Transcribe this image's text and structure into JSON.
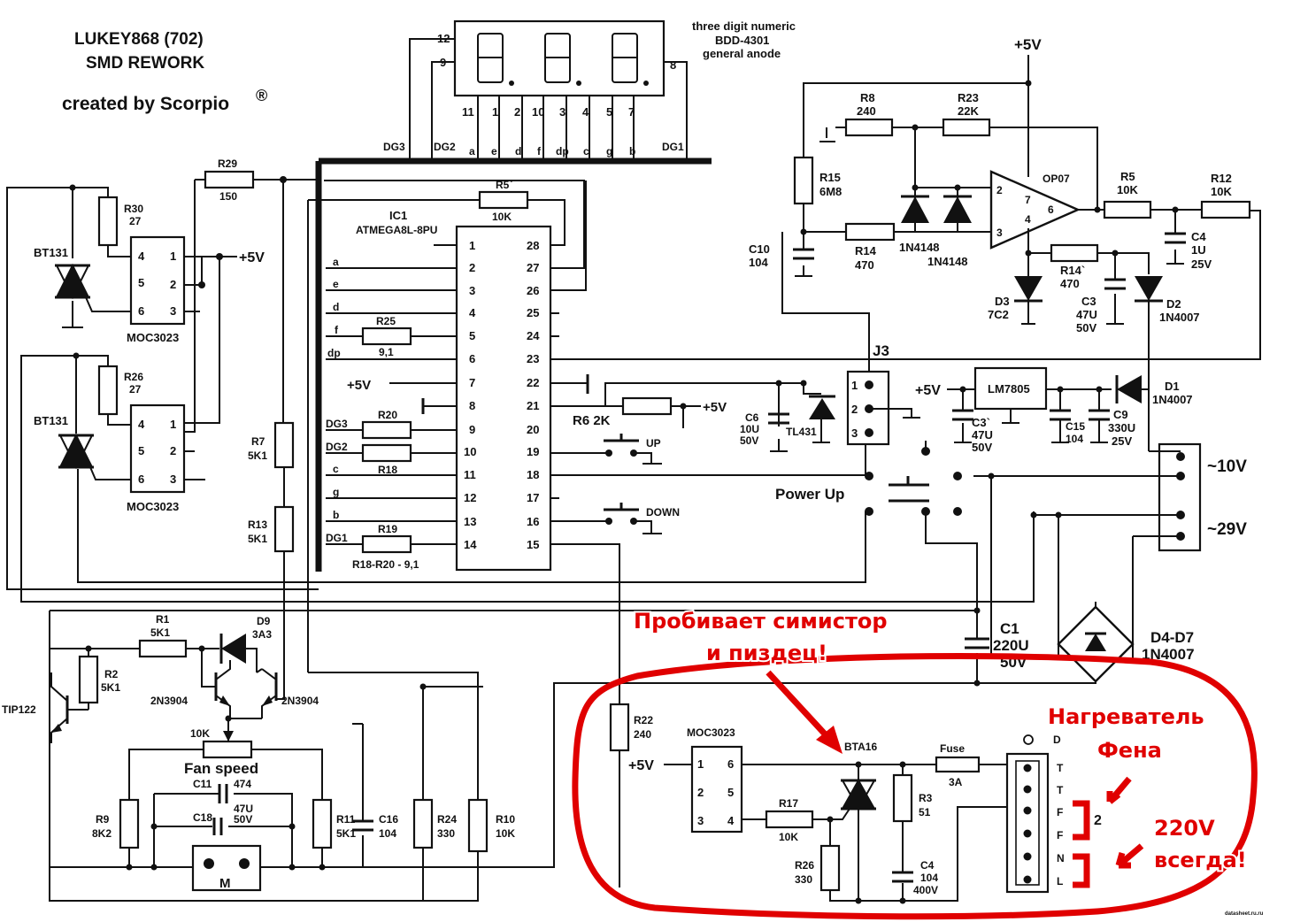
{
  "title": {
    "line1": "LUKEY868 (702)",
    "line2": "SMD REWORK",
    "credit": "created by Scorpio",
    "reg": "®"
  },
  "display": {
    "desc1": "three digit numeric",
    "desc2": "BDD-4301",
    "desc3": "general anode",
    "pins_top": [
      "12",
      "9",
      "8"
    ],
    "pins": [
      "11",
      "1",
      "2",
      "10",
      "3",
      "4",
      "5",
      "7"
    ],
    "signals": [
      "a",
      "e",
      "d",
      "f",
      "dp",
      "c",
      "g",
      "b"
    ],
    "dg3": "DG3",
    "dg2": "DG2",
    "dg1": "DG1"
  },
  "mcu": {
    "ref": "IC1",
    "part": "ATMEGA8L-8PU",
    "left_pins": [
      "1",
      "2",
      "3",
      "4",
      "5",
      "6",
      "7",
      "8",
      "9",
      "10",
      "11",
      "12",
      "13",
      "14"
    ],
    "right_pins": [
      "28",
      "27",
      "26",
      "25",
      "24",
      "23",
      "22",
      "21",
      "20",
      "19",
      "18",
      "17",
      "16",
      "15"
    ],
    "sig_a": "a",
    "sig_e": "e",
    "sig_d": "d",
    "sig_f": "f",
    "sig_dp": "dp",
    "sig_dg3": "DG3",
    "sig_dg2": "DG2",
    "sig_c": "c",
    "sig_g": "g",
    "sig_b": "b",
    "sig_dg1": "DG1",
    "vcc": "+5V"
  },
  "parts": {
    "r29": "R29",
    "r29v": "150",
    "r30": "R30",
    "r30v": "27",
    "r26a": "R26",
    "r26av": "27",
    "bt1": "BT131",
    "bt2": "BT131",
    "moc1": "MOC3023",
    "moc2": "MOC3023",
    "moc_p5v": "+5V",
    "moc_pins": [
      "4",
      "5",
      "6",
      "1",
      "2",
      "3"
    ],
    "r5": "R5`",
    "r5v": "10K",
    "r25": "R25",
    "r25v": "9,1",
    "r20": "R20",
    "r18": "R18",
    "r19": "R19",
    "r18_20": "R18-R20 - 9,1",
    "r7": "R7",
    "r7v": "5K1",
    "r13": "R13",
    "r13v": "5K1",
    "r6": "R6 2K",
    "r6p": "+5V",
    "up": "UP",
    "down": "DOWN",
    "r8": "R8",
    "r8v": "240",
    "r23": "R23",
    "r23v": "22K",
    "r15": "R15",
    "r15v": "6M8",
    "c10": "C10",
    "c10v": "104",
    "r14": "R14",
    "r14v": "470",
    "diodes": "1N4148",
    "diodes2": "1N4148",
    "op": "OP07",
    "op2": "2",
    "op3": "3",
    "op7": "7",
    "op4": "4",
    "op6": "6",
    "r5b": "R5",
    "r5bv": "10K",
    "r12": "R12",
    "r12v": "10K",
    "c4": "C4",
    "c4v1": "1U",
    "c4v2": "25V",
    "r14b": "R14`",
    "r14bv": "470",
    "c3": "C3",
    "c3v1": "47U",
    "c3v2": "50V",
    "d3": "D3",
    "d3v": "7C2",
    "d2": "D2",
    "d2v": "1N4007",
    "top5v": "+5V",
    "j3": "J3",
    "j3p": [
      "1",
      "2",
      "3"
    ],
    "c6": "C6",
    "c6v1": "10U",
    "c6v2": "50V",
    "tl": "TL431",
    "p5v_reg": "+5V",
    "lm": "LM7805",
    "c3b": "C3`",
    "c3bv1": "47U",
    "c3bv2": "50V",
    "c15": "C15",
    "c15v": "104",
    "c9": "C9",
    "c9v1": "330U",
    "c9v2": "25V",
    "d1": "D1",
    "d1v": "1N4007",
    "v10": "~10V",
    "v29": "~29V",
    "powerup": "Power Up",
    "c1": "C1",
    "c1v1": "220U",
    "c1v2": "50V",
    "d47": "D4-D7",
    "d47v": "1N4007",
    "r1": "R1",
    "r1v": "5K1",
    "d9": "D9",
    "d9v": "3A3",
    "r2": "R2",
    "r2v": "5K1",
    "tip": "TIP122",
    "q1": "2N3904",
    "q2": "2N3904",
    "pot": "10K",
    "fan": "Fan speed",
    "c11": "C11",
    "c11v": "474",
    "c18": "C18",
    "c18v1": "47U",
    "c18v2": "50V",
    "r9": "R9",
    "r9v": "8K2",
    "r11": "R11",
    "r11v": "5K1",
    "c16": "C16",
    "c16v": "104",
    "r24": "R24",
    "r24v": "330",
    "r10": "R10",
    "r10v": "10K",
    "m": "M",
    "r22": "R22",
    "r22v": "240",
    "moc3": "MOC3023",
    "moc3pins": [
      "1",
      "6",
      "2",
      "5",
      "3",
      "4"
    ],
    "moc3p": "+5V",
    "bta": "BTA16",
    "fuse": "Fuse",
    "fusev": "3A",
    "r3": "R3",
    "r3v": "51",
    "r17": "R17",
    "r17v": "10K",
    "r26b": "R26",
    "r26bv": "330",
    "c4b": "C4",
    "c4bv1": "104",
    "c4bv2": "400V",
    "conn": [
      "D",
      "T",
      "T",
      "F",
      "F",
      "N",
      "L"
    ],
    "conn_num": "2"
  },
  "notes": {
    "n1": "Пробивает симистор",
    "n2": "и пиздец!",
    "n3": "Нагреватель",
    "n4": "Фена",
    "n5": "220V",
    "n6": "всегда!"
  },
  "watermark": "datasheet.ru.ru"
}
